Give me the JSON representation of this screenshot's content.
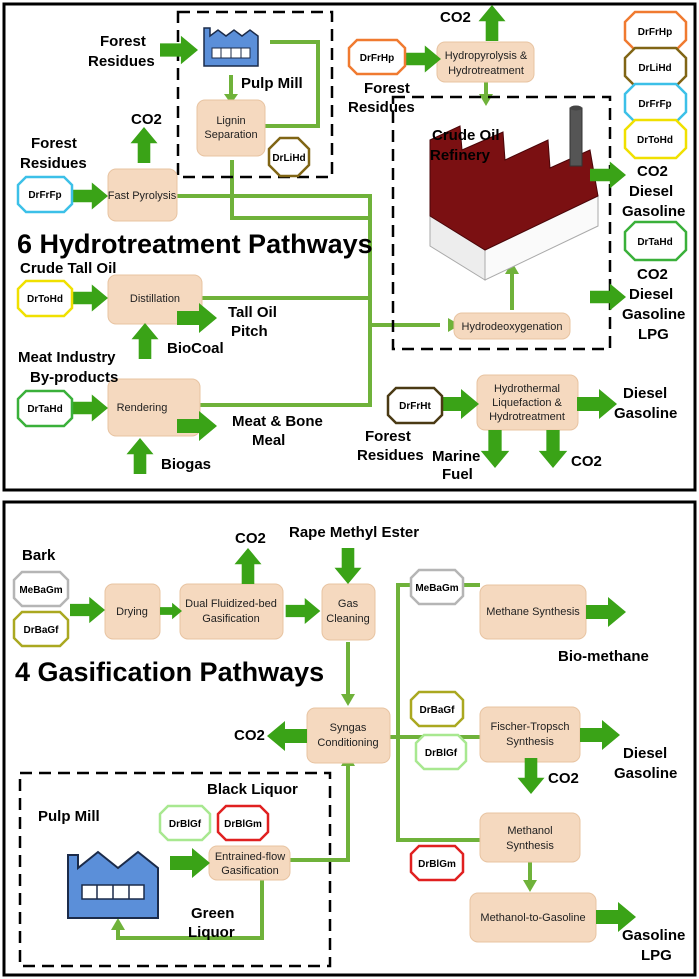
{
  "colors": {
    "arrow": "#3aa317",
    "line": "#6fb23a",
    "process_box": "#f5d9bf",
    "factory": "#5b8fd9",
    "refinery_roof": "#7b1012"
  },
  "hydro": {
    "title": "6 Hydrotreatment Pathways",
    "processes": {
      "pulp_mill": "Pulp Mill",
      "lignin_sep": [
        "Lignin",
        "Separation"
      ],
      "hydropyrolysis": [
        "Hydropyrolysis &",
        "Hydrotreatment"
      ],
      "fast_pyrolysis": "Fast Pyrolysis",
      "distillation": "Distillation",
      "rendering": "Rendering",
      "refinery": [
        "Crude Oil",
        "Refinery"
      ],
      "hydrodeoxygenation": "Hydrodeoxygenation",
      "htl": [
        "Hydrothermal",
        "Liquefaction &",
        "Hydrotreatment"
      ]
    },
    "labels": {
      "forest_res_1": [
        "Forest",
        "Residues"
      ],
      "forest_res_2": [
        "Forest",
        "Residues"
      ],
      "forest_res_3": [
        "Forest",
        "Residues"
      ],
      "forest_res_4": [
        "Forest",
        "Residues"
      ],
      "co2_top": "CO2",
      "co2_fp": "CO2",
      "crude_tall_oil": "Crude Tall Oil",
      "tall_oil_pitch": [
        "Tall Oil",
        "Pitch"
      ],
      "biocoal": "BioCoal",
      "meat_industry": [
        "Meat Industry",
        "By-products"
      ],
      "meat_bone_meal": [
        "Meat & Bone",
        "Meal"
      ],
      "biogas": "Biogas",
      "marine_fuel": [
        "Marine",
        "Fuel"
      ],
      "co2_htl": "CO2",
      "diesel_gasoline_htl": [
        "Diesel",
        "Gasoline"
      ],
      "out_refinery_1": [
        "CO2",
        "Diesel",
        "Gasoline"
      ],
      "out_refinery_2": [
        "CO2",
        "Diesel",
        "Gasoline",
        "LPG"
      ]
    },
    "codes": {
      "DrLiHd": "DrLiHd",
      "DrFrHp": "DrFrHp",
      "DrFrFp": "DrFrFp",
      "DrToHd": "DrToHd",
      "DrTaHd": "DrTaHd",
      "DrFrHt": "DrFrHt",
      "legend": [
        "DrFrHp",
        "DrLiHd",
        "DrFrFp",
        "DrToHd"
      ],
      "legend_2": "DrTaHd"
    }
  },
  "gasif": {
    "title": "4 Gasification Pathways",
    "processes": {
      "drying": "Drying",
      "dfb": [
        "Dual Fluidized-bed",
        "Gasification"
      ],
      "gas_cleaning": [
        "Gas",
        "Cleaning"
      ],
      "syngas": [
        "Syngas",
        "Conditioning"
      ],
      "methane_syn": "Methane Synthesis",
      "ft": [
        "Fischer-Tropsch",
        "Synthesis"
      ],
      "methanol": [
        "Methanol",
        "Synthesis"
      ],
      "mtg": "Methanol-to-Gasoline",
      "entrained": [
        "Entrained-flow",
        "Gasification"
      ]
    },
    "labels": {
      "bark": "Bark",
      "co2_dfb": "CO2",
      "rme": "Rape Methyl Ester",
      "co2_syn": "CO2",
      "bio_methane": "Bio-methane",
      "diesel_gasoline": [
        "Diesel",
        "Gasoline"
      ],
      "co2_ft": "CO2",
      "gasoline_lpg": [
        "Gasoline",
        "LPG"
      ],
      "black_liquor": "Black Liquor",
      "pulp_mill": "Pulp Mill",
      "green_liquor": [
        "Green",
        "Liquor"
      ]
    },
    "codes": {
      "MeBaGm_1": "MeBaGm",
      "DrBaGf_1": "DrBaGf",
      "MeBaGm_2": "MeBaGm",
      "DrBaGf_2": "DrBaGf",
      "DrBlGf_1": "DrBlGf",
      "DrBlGf_2": "DrBlGf",
      "DrBlGm_1": "DrBlGm",
      "DrBlGm_2": "DrBlGm"
    }
  }
}
